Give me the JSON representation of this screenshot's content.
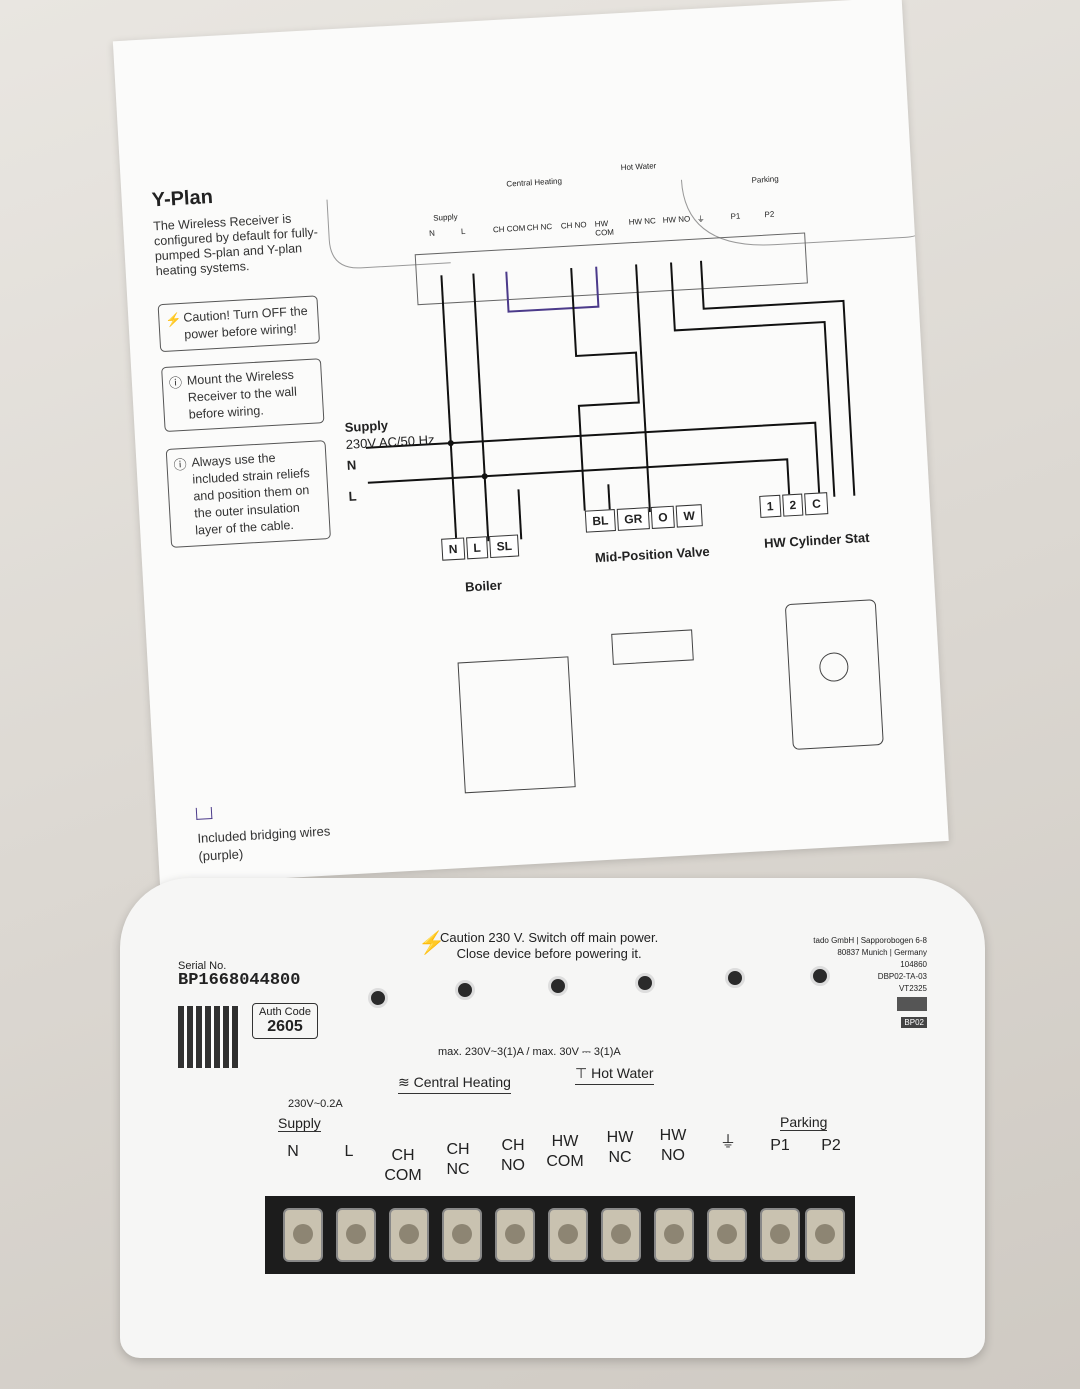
{
  "manual": {
    "title": "Y-Plan",
    "intro": "The Wireless Receiver is configured by default for fully-pumped S-plan and Y-plan heating systems.",
    "caution": "Caution! Turn OFF the power before wiring!",
    "info1": "Mount the Wireless Receiver to the wall before wiring.",
    "info2": "Always use the included strain reliefs and position them on the outer insulation layer of the cable.",
    "bridging": "Included bridging wires (purple)",
    "supply_title": "Supply",
    "supply_spec": "230V AC/50 Hz",
    "supply_n": "N",
    "supply_l": "L",
    "groups": {
      "supply": "Supply",
      "central_heating": "Central Heating",
      "hot_water": "Hot Water",
      "parking": "Parking"
    },
    "terminals": [
      "N",
      "L",
      "CH COM",
      "CH NC",
      "CH NO",
      "HW COM",
      "HW NC",
      "HW NO",
      "⏚",
      "P1",
      "P2"
    ],
    "boiler": {
      "label": "Boiler",
      "terminals": [
        "N",
        "L",
        "SL"
      ]
    },
    "valve": {
      "label": "Mid-Position Valve",
      "terminals": [
        "BL",
        "GR",
        "O",
        "W"
      ]
    },
    "cylinder": {
      "label": "HW Cylinder Stat",
      "terminals": [
        "1",
        "2",
        "C"
      ]
    }
  },
  "device": {
    "serial_label": "Serial No.",
    "serial": "BP1668044800",
    "auth_label": "Auth Code",
    "auth_code": "2605",
    "caution": "Caution 230 V. Switch off main power.",
    "caution2": "Close device before powering it.",
    "maker1": "tado GmbH | Sapporobogen 6-8",
    "maker2": "80837 Munich | Germany",
    "code1": "104860",
    "code2": "DBP02-TA-03",
    "code3": "VT2325",
    "model": "BP02",
    "rating": "max. 230V~3(1)A / max. 30V ⎓ 3(1)A",
    "central_heating": "≋ Central Heating",
    "hot_water": "⊤ Hot Water",
    "supply_rating": "230V~0.2A",
    "supply": "Supply",
    "parking": "Parking",
    "terminals": [
      "N",
      "L",
      "CH\nCOM",
      "CH\nNC",
      "CH\nNO",
      "HW\nCOM",
      "HW\nNC",
      "HW\nNO",
      "⏚",
      "P1",
      "P2"
    ]
  }
}
